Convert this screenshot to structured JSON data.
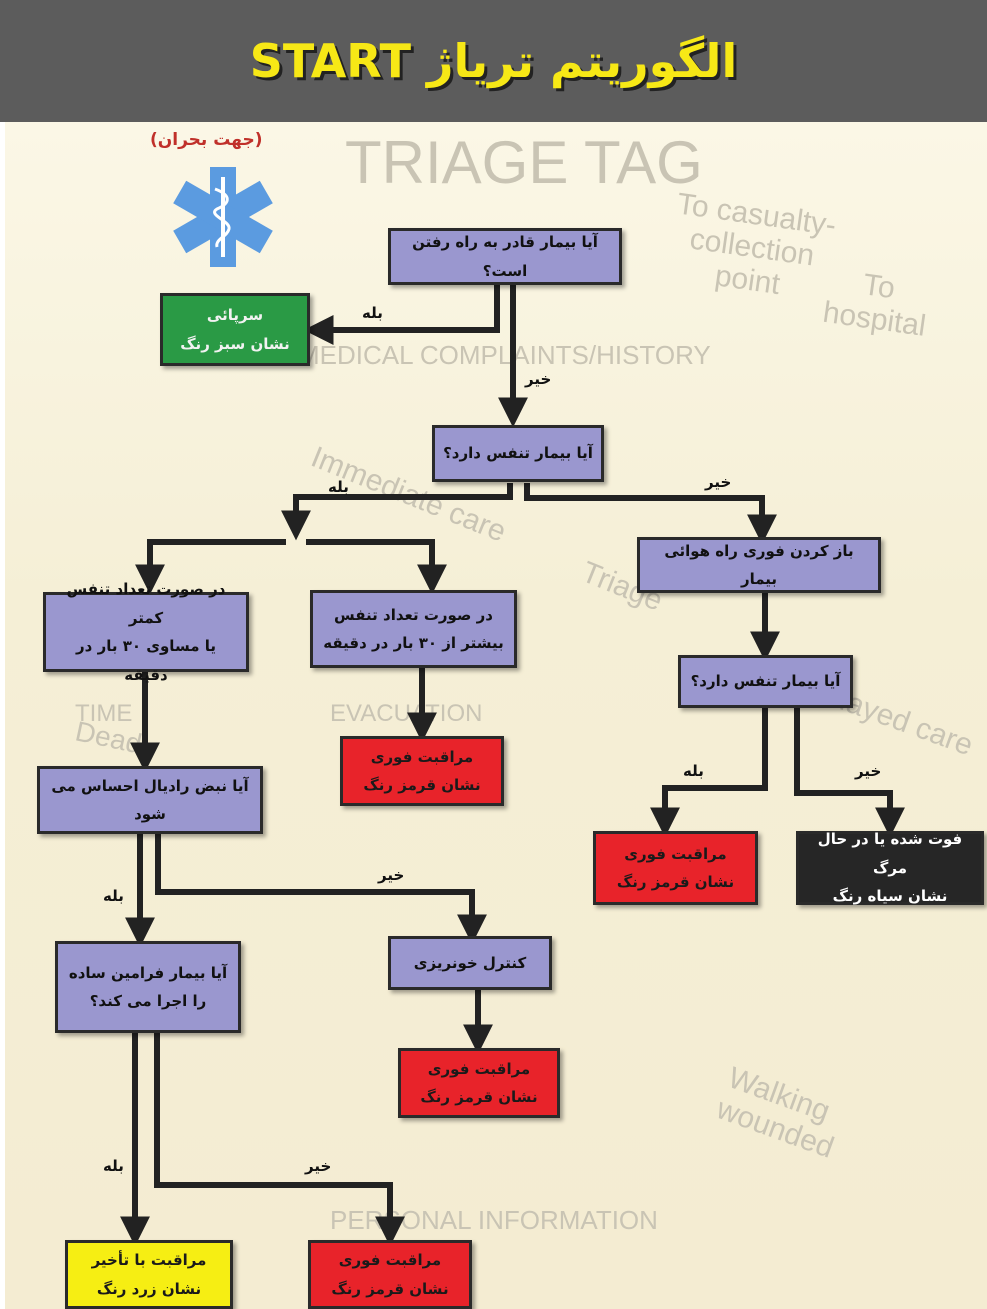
{
  "title": "الگوریتم تریاژ START",
  "subtitle": "(جهت بحران)",
  "background_texts": {
    "triage_tag": "TRIAGE TAG",
    "casualty": "To casualty-\ncollection\npoint",
    "hospital": "To\nhospital",
    "immediate_care": "Immediate care",
    "triage": "Triage",
    "delayed_care": "Delayed care",
    "walking_wounded": "Walking\nwounded",
    "dead": "Dead",
    "medical_complaints": "MEDICAL COMPLAINTS/HISTORY",
    "personal_information": "PERSONAL INFORMATION",
    "time": "TIME",
    "evacuation": "EVACUATION"
  },
  "nodes": {
    "can_walk": "آیا بیمار قادر به راه رفتن است؟",
    "green_line1": "سرپائی",
    "green_line2": "نشان سبز رنگ",
    "breathing_q1": "آیا بیمار تنفس دارد؟",
    "open_airway": "باز کردن فوری راه هوائی  بیمار",
    "breathing_q2": "آیا بیمار تنفس دارد؟",
    "resp_low_line1": "در صورت تعداد تنفس کمتر",
    "resp_low_line2": "یا مساوی ۳۰ بار در دقیقه",
    "resp_high_line1": "در صورت تعداد تنفس",
    "resp_high_line2": "بیشتر از ۳۰ بار در دقیقه",
    "radial_pulse": "آیا نبض رادیال احساس می شود",
    "commands_line1": "آیا بیمار فرامین ساده",
    "commands_line2": "را اجرا می کند؟",
    "bleeding": "کنترل خونریزی",
    "immediate_line1": "مراقبت فوری",
    "immediate_line2": "نشان قرمز رنگ",
    "dead_line1": "فوت شده یا در حال مرگ",
    "dead_line2": "نشان سیاه رنگ",
    "delayed_line1": "مراقبت با تأخیر",
    "delayed_line2": "نشان زرد رنگ"
  },
  "labels": {
    "yes": "بله",
    "no": "خیر"
  },
  "colors": {
    "header_bg": "#5c5c5c",
    "title": "#f7e816",
    "question_box": "#9a97cf",
    "green_tag": "#2a9a45",
    "red_tag": "#e8232a",
    "yellow_tag": "#f6ee13",
    "black_tag": "#262626",
    "star_of_life": "#5b9be0",
    "crisis_text": "#c0302a"
  },
  "icons": {
    "emblem": "star-of-life-icon"
  }
}
